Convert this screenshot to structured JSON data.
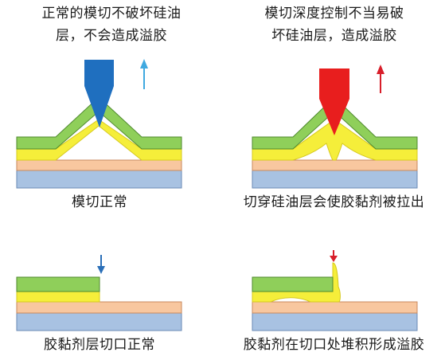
{
  "panels": {
    "top_left": {
      "caption_top_line1": "正常的模切不破坏硅油",
      "caption_top_line2": "层，不会造成溢胶",
      "caption_bottom": "模切正常"
    },
    "top_right": {
      "caption_top_line1": "模切深度控制不当易破",
      "caption_top_line2": "坏硅油层，造成溢胶",
      "caption_bottom": "切穿硅油层会使胶黏剂被拉出"
    },
    "bottom_left": {
      "caption_bottom": "胶黏剂层切口正常"
    },
    "bottom_right": {
      "caption_bottom": "胶黏剂在切口处堆积形成溢胶"
    }
  },
  "colors": {
    "green_layer": "#8fcf5a",
    "green_stroke": "#4f8a2e",
    "yellow_adhesive": "#f5ee3a",
    "peach_layer": "#f8c79f",
    "peach_stroke": "#c98a5d",
    "blue_layer": "#a8c2e2",
    "blue_stroke": "#6a8ab5",
    "blade_blue": "#1f6fbf",
    "blade_red": "#e81e1e",
    "arrow_cyan": "#3fa9e0",
    "arrow_red": "#d81e2a",
    "arrow_blue": "#2a6fb8"
  },
  "icons": {
    "blade_normal": "cutting-blade-icon",
    "blade_deep": "cutting-blade-icon",
    "arrow_up_normal": "arrow-up-icon",
    "arrow_up_deep": "arrow-up-icon",
    "arrow_down_normal": "arrow-down-icon",
    "arrow_down_ooze": "arrow-down-icon"
  }
}
